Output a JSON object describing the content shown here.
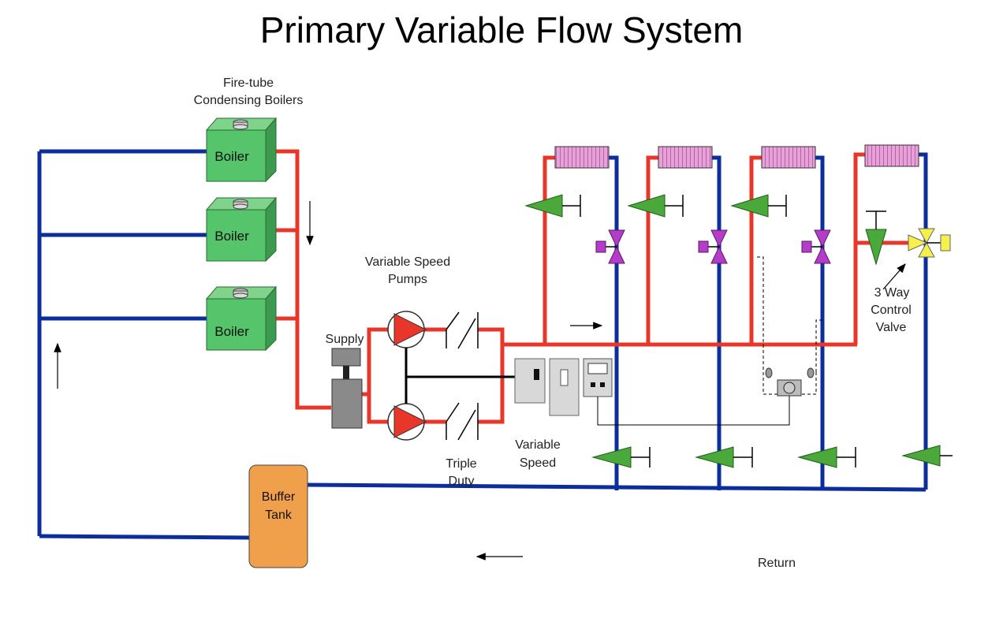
{
  "title": "Primary Variable Flow System",
  "labels": {
    "boilers_heading_line1": "Fire-tube",
    "boilers_heading_line2": "Condensing Boilers",
    "pumps_heading_line1": "Variable Speed",
    "pumps_heading_line2": "Pumps",
    "supply": "Supply",
    "triple_duty_line1": "Triple",
    "triple_duty_line2": "Duty",
    "variable_speed_line1": "Variable",
    "variable_speed_line2": "Speed",
    "three_way_line1": "3 Way",
    "three_way_line2": "Control",
    "three_way_line3": "Valve",
    "return": "Return",
    "buffer_tank_line1": "Buffer",
    "buffer_tank_line2": "Tank"
  },
  "boilers": [
    {
      "label": "Boiler"
    },
    {
      "label": "Boiler"
    },
    {
      "label": "Boiler"
    }
  ],
  "colors": {
    "supply_pipe": "#e8372a",
    "return_pipe": "#0c2e9c",
    "boiler": "#55c46a",
    "buffer_tank": "#f0a04b",
    "pump": "#e8372a",
    "two_way_valve": "#b43cc8",
    "three_way_valve": "#f5f04a",
    "balancing_valve": "#4ba83a",
    "coil": "#e8a0d8"
  }
}
